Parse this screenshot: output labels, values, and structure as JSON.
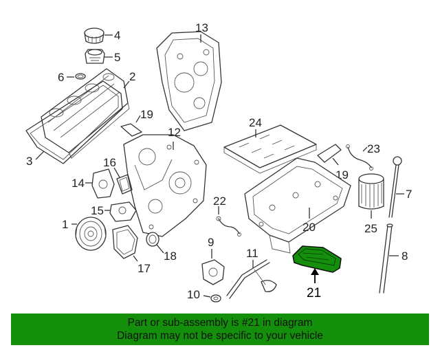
{
  "callouts": {
    "c1": "1",
    "c2": "2",
    "c3": "3",
    "c4": "4",
    "c5": "5",
    "c6": "6",
    "c7": "7",
    "c8": "8",
    "c9": "9",
    "c10": "10",
    "c11": "11",
    "c12": "12",
    "c13": "13",
    "c14": "14",
    "c15": "15",
    "c16": "16",
    "c17": "17",
    "c18": "18",
    "c19a": "19",
    "c19b": "19",
    "c20": "20",
    "c21": "21",
    "c22": "22",
    "c23": "23",
    "c24": "24",
    "c25": "25"
  },
  "highlight": {
    "part_number": "21",
    "color": "#138f0b"
  },
  "banner": {
    "line1": "Part or sub-assembly is #21 in diagram",
    "line2": "Diagram may not be specific to your vehicle",
    "background": "#138f0b"
  }
}
